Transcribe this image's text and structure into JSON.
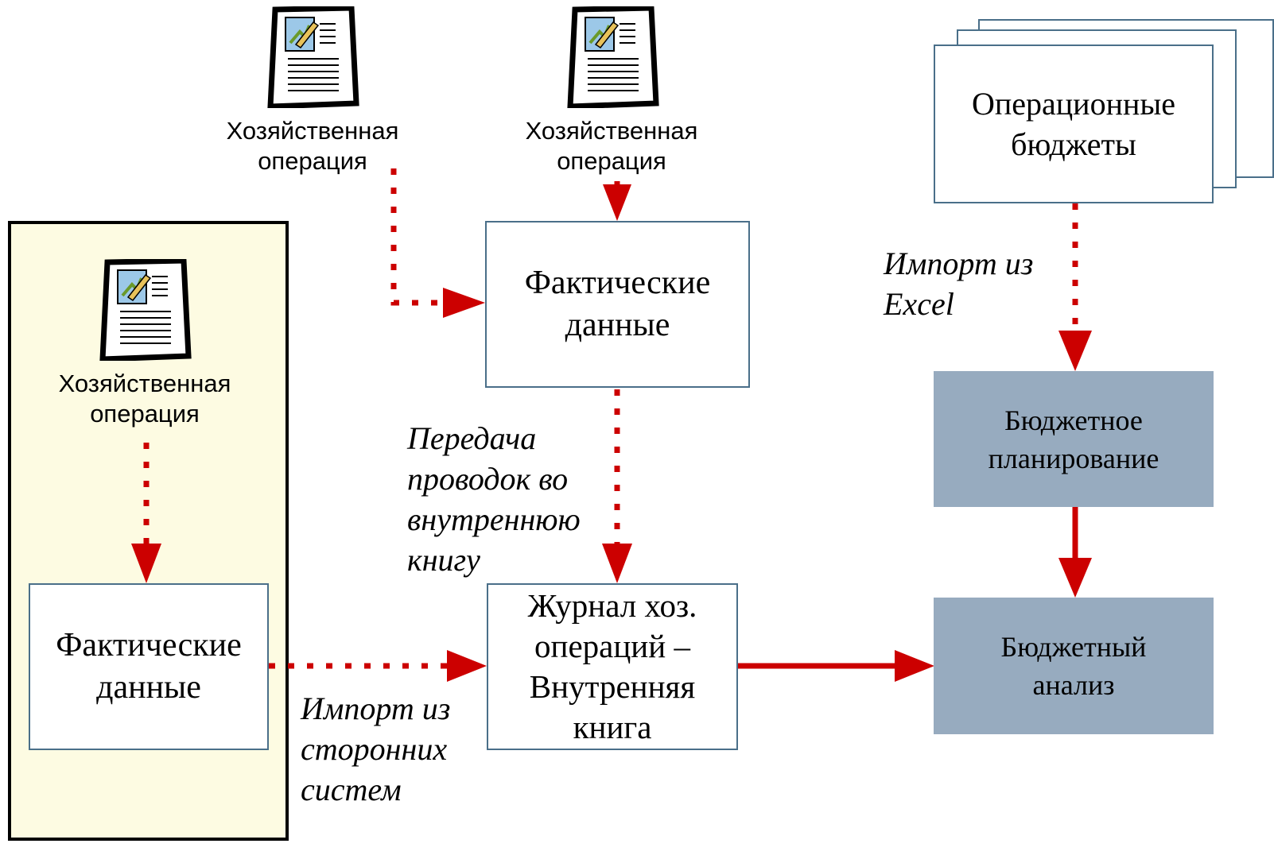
{
  "operation_label": "Хозяйственная\nоперация",
  "nodes": {
    "fact_top": "Фактические\nданные",
    "fact_left": "Фактические\nданные",
    "journal": "Журнал хоз.\nопераций –\nВнутренняя\nкнига",
    "op_budgets": "Операционные\nбюджеты",
    "budget_planning": "Бюджетное\nпланирование",
    "budget_analysis": "Бюджетный\nанализ"
  },
  "edge_labels": {
    "transfer": "Передача\nпроводок во\nвнутреннюю\nкнигу",
    "import_external": "Импорт из\nсторонних\nсистем",
    "import_excel": "Импорт из\nExcel"
  },
  "colors": {
    "arrow": "#cc0000",
    "panel_fill": "#fdfbe2",
    "node_border": "#4a6f89",
    "grey_node": "#97abbf"
  },
  "icons": [
    "document-icon"
  ]
}
